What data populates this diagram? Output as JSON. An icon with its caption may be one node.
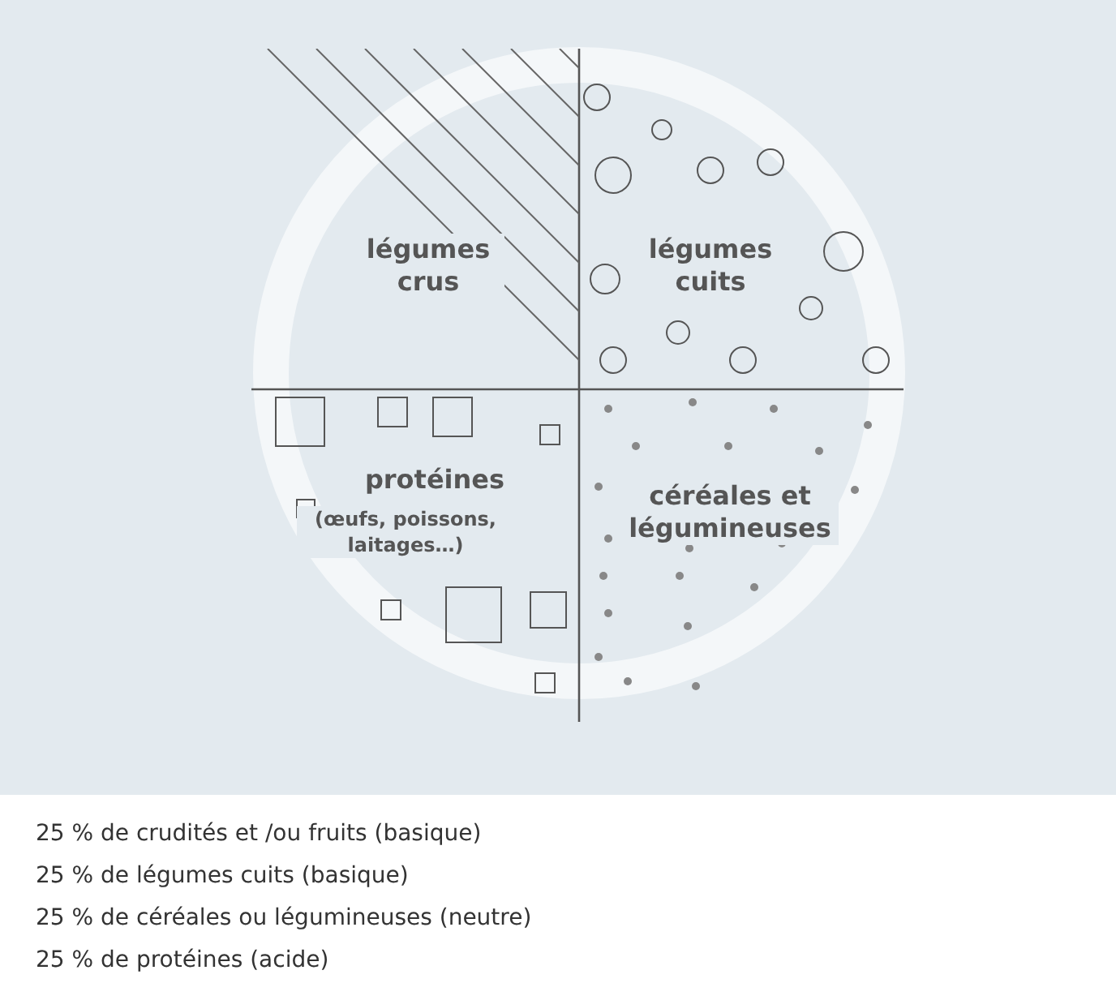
{
  "diagram": {
    "nodes": [
      {
        "text": [
          "légumes crus"
        ]
      },
      {
        "text": [
          "légumes cuits"
        ]
      },
      {
        "text": [
          "protéines",
          "(œufs, poissons, laitages…)"
        ]
      },
      {
        "text": [
          "céréales et légumineuses"
        ]
      }
    ],
    "labels": [
      "25 % de crudités et /ou fruits (basique)",
      "25 % de légumes cuits (basique)",
      "25 % de céréales ou légumineuses (neutre)",
      "25 % de protéines (acide)"
    ]
  }
}
